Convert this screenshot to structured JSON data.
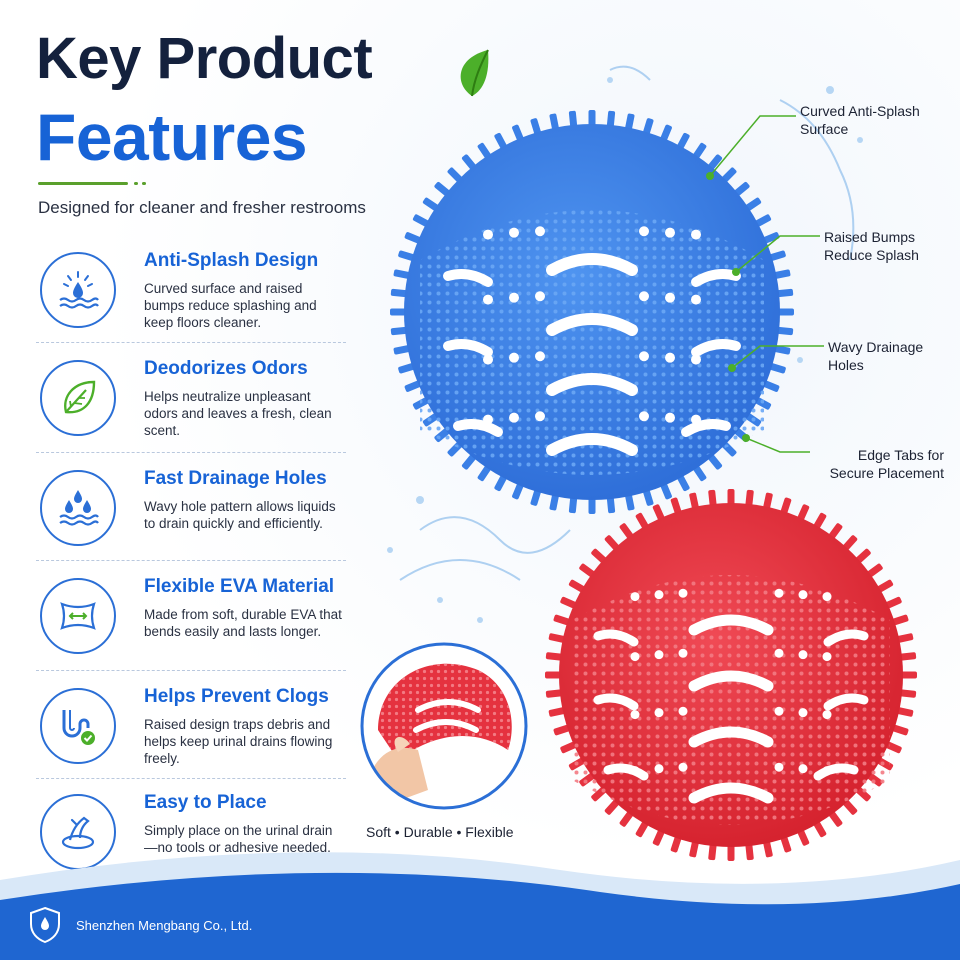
{
  "header": {
    "title_line1": "Key Product",
    "title_line2": "Features",
    "subtitle": "Designed for cleaner and fresher restrooms"
  },
  "features": [
    {
      "title": "Anti-Splash Design",
      "desc": "Curved surface and raised bumps reduce splashing and keep floors cleaner.",
      "icon": "splash-icon"
    },
    {
      "title": "Deodorizes Odors",
      "desc": "Helps neutralize unpleasant odors and leaves a fresh, clean scent.",
      "icon": "leaf-icon"
    },
    {
      "title": "Fast Drainage Holes",
      "desc": "Wavy hole pattern allows liquids to drain quickly and efficiently.",
      "icon": "drops-icon"
    },
    {
      "title": "Flexible EVA Material",
      "desc": "Made from soft, durable EVA that bends easily and lasts longer.",
      "icon": "flex-material-icon"
    },
    {
      "title": "Helps Prevent Clogs",
      "desc": "Raised design traps debris and helps keep urinal drains flowing freely.",
      "icon": "pipe-icon"
    },
    {
      "title": "Easy to Place",
      "desc": "Simply place on the urinal drain—no tools or adhesive needed.",
      "icon": "hand-place-icon"
    }
  ],
  "callouts": [
    {
      "line1": "Curved Anti-Splash",
      "line2": "Surface"
    },
    {
      "line1": "Raised Bumps",
      "line2": "Reduce Splash"
    },
    {
      "line1": "Wavy Drainage",
      "line2": "Holes"
    },
    {
      "line1": "Edge Tabs for",
      "line2": "Secure Placement"
    }
  ],
  "flex_caption": "Soft • Durable • Flexible",
  "footer": {
    "company": "Shenzhen Mengbang Co., Ltd."
  },
  "colors": {
    "primary_blue": "#1763d6",
    "navy": "#14213d",
    "green": "#5aa02c",
    "screen_blue": "#3a7fe6",
    "screen_red": "#e5323f"
  }
}
